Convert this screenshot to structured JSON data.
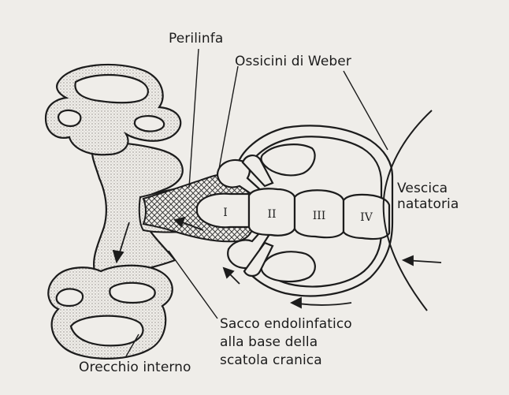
{
  "labels": {
    "perilinfa": "Perilinfa",
    "ossicini": "Ossicini di Weber",
    "vescica_line1": "Vescica",
    "vescica_line2": "natatoria",
    "sacco_line1": "Sacco endolinfatico",
    "sacco_line2": "alla base della",
    "sacco_line3": "scatola cranica",
    "orecchio": "Orecchio interno"
  },
  "vertebra_numerals": [
    "I",
    "II",
    "III",
    "IV"
  ],
  "colors": {
    "background": "#efede9",
    "ink": "#1c1c1c",
    "stipple": "#c9c6c0"
  }
}
